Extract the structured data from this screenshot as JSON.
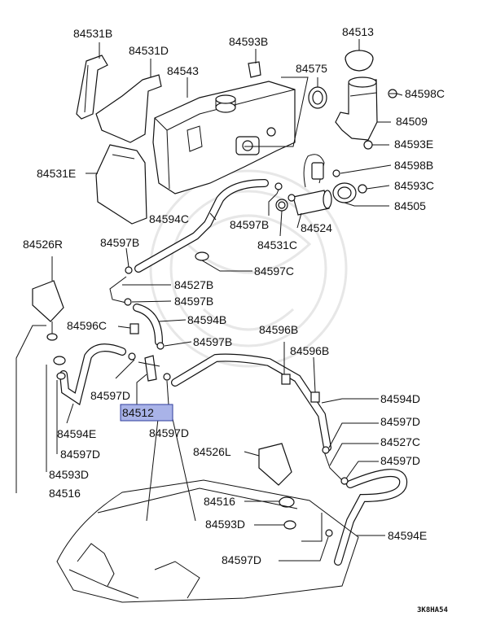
{
  "labels": {
    "p84531B": "84531B",
    "p84531D": "84531D",
    "p84593B": "84593B",
    "p84513": "84513",
    "p84543": "84543",
    "p84575": "84575",
    "p84598C": "84598C",
    "p84509": "84509",
    "p84593E": "84593E",
    "p84531E": "84531E",
    "p84598B": "84598B",
    "p84593C": "84593C",
    "p84505": "84505",
    "p84594C": "84594C",
    "p84597B_a": "84597B",
    "p84524": "84524",
    "p84531C": "84531C",
    "p84526R": "84526R",
    "p84597B_b": "84597B",
    "p84597C": "84597C",
    "p84527B": "84527B",
    "p84597B_c": "84597B",
    "p84594B": "84594B",
    "p84596C": "84596C",
    "p84597B_d": "84597B",
    "p84596B_a": "84596B",
    "p84596B_b": "84596B",
    "p84597D_a": "84597D",
    "p84512": "84512",
    "p84594D": "84594D",
    "p84594E": "84594E",
    "p84597D_b": "84597D",
    "p84597D_c": "84597D",
    "p84527C": "84527C",
    "p84526L": "84526L",
    "p84597D_d": "84597D",
    "p84597D_e": "84597D",
    "p84593D_a": "84593D",
    "p84516_a": "84516",
    "p84516_b": "84516",
    "p84593D_b": "84593D",
    "p84594E_b": "84594E",
    "p84597D_f": "84597D"
  },
  "diagram_code": "3K8HA54",
  "highlight_color": "#a9b3e8"
}
